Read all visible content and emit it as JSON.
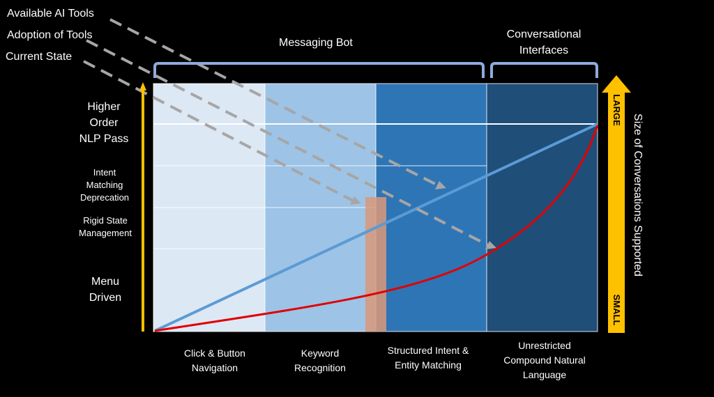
{
  "legend": {
    "available_ai_tools": "Available AI Tools",
    "adoption_of_tools": "Adoption of Tools",
    "current_state": "Current State"
  },
  "brackets": {
    "messaging_bot": "Messaging Bot",
    "conversational_line1": "Conversational",
    "conversational_line2": "Interfaces"
  },
  "y_levels": {
    "higher_order_1": "Higher",
    "higher_order_2": "Order",
    "higher_order_3": "NLP Pass",
    "intent_1": "Intent",
    "intent_2": "Matching",
    "intent_3": "Deprecation",
    "rigid_1": "Rigid State",
    "rigid_2": "Management",
    "menu_1": "Menu",
    "menu_2": "Driven"
  },
  "x_stages": {
    "click_1": "Click & Button",
    "click_2": "Navigation",
    "keyword_1": "Keyword",
    "keyword_2": "Recognition",
    "structured_1": "Structured Intent &",
    "structured_2": "Entity Matching",
    "unrestricted_1": "Unrestricted",
    "unrestricted_2": "Compound Natural",
    "unrestricted_3": "Language"
  },
  "right_axis": {
    "title": "Size of Conversations Supported",
    "large": "LARGE",
    "small": "SMALL"
  },
  "colors": {
    "zone1": "#dde8f5",
    "zone2": "#9dc3e6",
    "zone3": "#2e75b6",
    "zone4": "#1f4e79",
    "bracket": "#8faadc",
    "line_blue": "#5b9bd5",
    "line_red": "#e00000",
    "dash": "#a6a6a6",
    "axis_arrow": "#ffc000",
    "marker": "#d9997a"
  }
}
